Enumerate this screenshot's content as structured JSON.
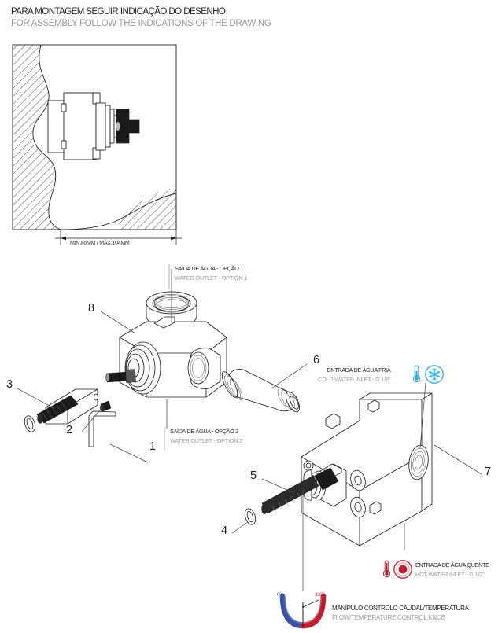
{
  "header": {
    "title_pt": "PARA MONTAGEM SEGUIR INDICAÇÃO DO DESENHO",
    "title_en": "FOR ASSEMBLY FOLLOW THE INDICATIONS OF THE DRAWING"
  },
  "wall_section": {
    "dimension_label": "MIN.86MM / MÁX.104MM",
    "hatch_color": "#231f20",
    "caption_name": "wall-recess-section"
  },
  "labels": {
    "outlet1_pt": "SAÍDA DE ÁGUA - OPÇÃO 1",
    "outlet1_en": "WATER OUTLET - OPTION 1",
    "outlet2_pt": "SAÍDA DE ÁGUA - OPÇÃO 2",
    "outlet2_en": "WATER OUTLET - OPTION 2",
    "cold_pt": "ENTRADA DE ÁGUA FRIA",
    "cold_en": "COLD WATER INLET - G 1/2\"",
    "hot_pt": "ENTRADA DE ÁGUA QUENTE",
    "hot_en": "HOT WATER INLET - G 1/2\"",
    "knob_pt": "MANÍPULO CONTROLO CAUDAL/TEMPERATURA",
    "knob_en": "FLOW/TEMPERATURE CONTROL KNOB"
  },
  "callouts": [
    {
      "id": "1",
      "number": "1"
    },
    {
      "id": "2",
      "number": "2"
    },
    {
      "id": "3",
      "number": "3"
    },
    {
      "id": "4",
      "number": "4"
    },
    {
      "id": "5",
      "number": "5"
    },
    {
      "id": "6",
      "number": "6"
    },
    {
      "id": "7",
      "number": "7"
    },
    {
      "id": "8",
      "number": "8"
    }
  ],
  "gauge": {
    "min_label": "0º",
    "max_label": "330º",
    "cold_color": "#3a53a4",
    "hot_color": "#be1e2d"
  },
  "icons": {
    "cold_thermometer": "thermometer-cold-icon",
    "cold_snowflake": "snowflake-icon",
    "hot_thermometer": "thermometer-hot-icon",
    "hot_sun": "heat-circle-icon"
  },
  "colors": {
    "line": "#231f20",
    "muted_text": "#9d9d9d",
    "cold": "#29abe2",
    "hot": "#be1e2d"
  }
}
